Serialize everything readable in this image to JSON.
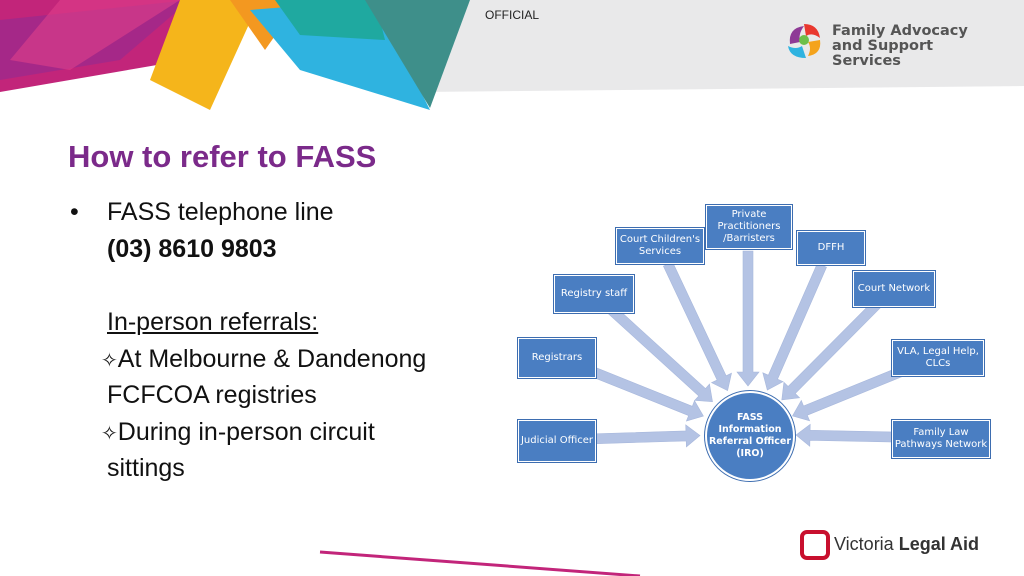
{
  "header": {
    "classification": "OFFICIAL",
    "logo_text_line1": "Family Advocacy",
    "logo_text_line2": "and Support Services"
  },
  "slide": {
    "title": "How to refer to FASS",
    "bullet_symbol": "•",
    "phone_label": "FASS telephone line",
    "phone_number": "(03) 8610 9803",
    "inperson_heading": "In-person referrals:",
    "item1_line1": "At Melbourne & Dandenong",
    "item1_line2": "FCFCOA registries",
    "item2_line1": "During in-person circuit",
    "item2_line2": "sittings",
    "item_marker": "✧"
  },
  "diagram": {
    "center": "FASS Information Referral Officer (IRO)",
    "sources": [
      "Judicial Officer",
      "Registrars",
      "Registry staff",
      "Court Children's Services",
      "Private Practitioners /Barristers",
      "DFFH",
      "Court Network",
      "VLA, Legal Help, CLCs",
      "Family Law Pathways Network"
    ]
  },
  "footer": {
    "logo_word1": "Victoria ",
    "logo_word2": "Legal Aid"
  },
  "colors": {
    "title": "#7b2a8a",
    "box": "#4a7ec2",
    "arrow": "#b4c3e4",
    "vla_red": "#c8102e"
  }
}
